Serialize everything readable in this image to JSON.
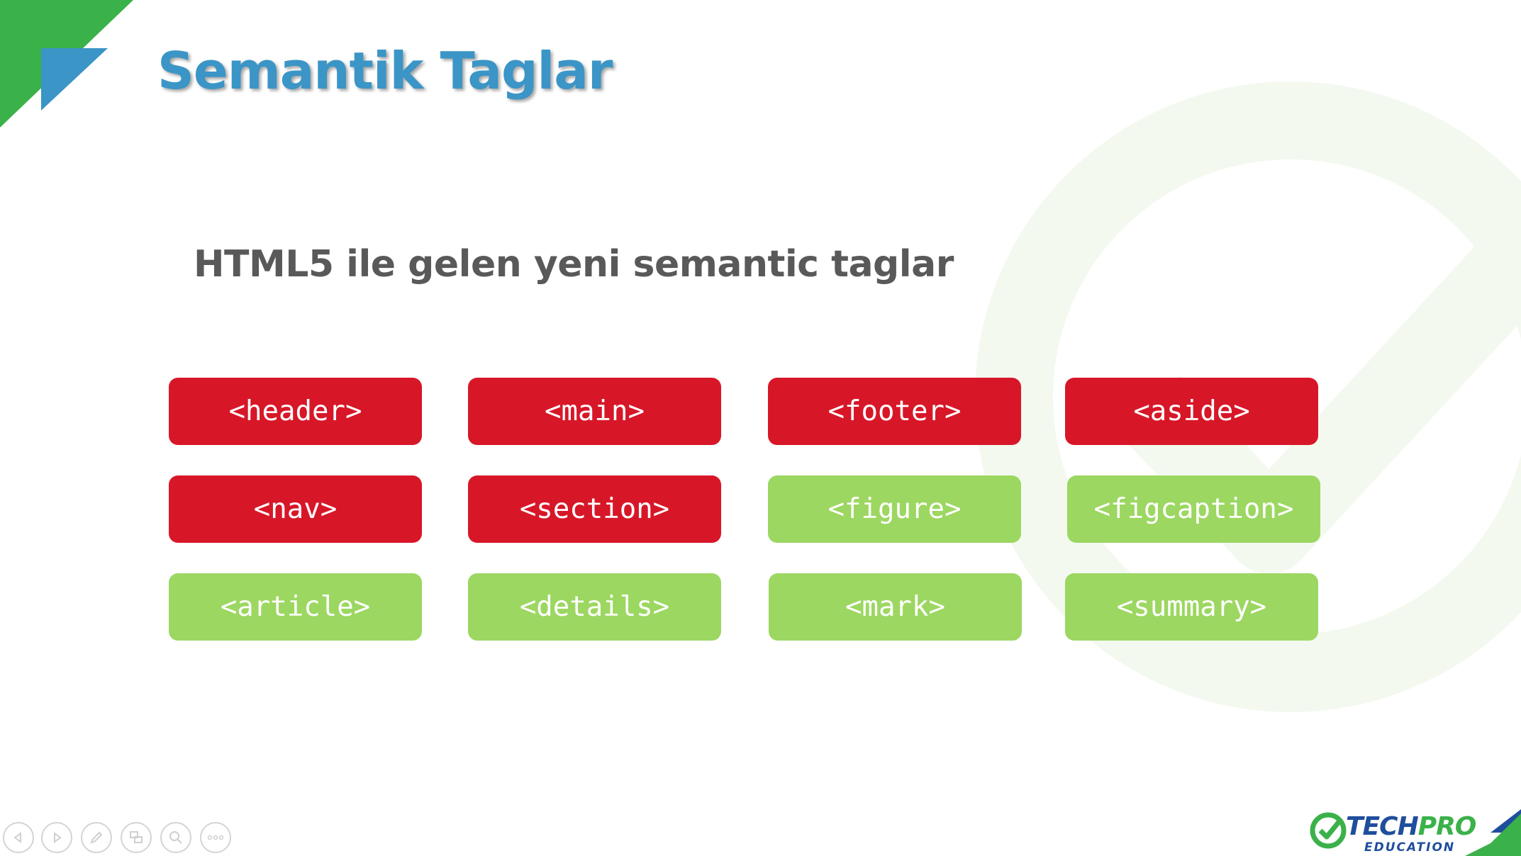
{
  "slide": {
    "title": "Semantik Taglar",
    "subtitle": "HTML5 ile gelen yeni semantic taglar"
  },
  "tags": [
    {
      "label": "<header>",
      "color": "#d71728"
    },
    {
      "label": "<main>",
      "color": "#d71728"
    },
    {
      "label": "<footer>",
      "color": "#d71728"
    },
    {
      "label": "<aside>",
      "color": "#d71728"
    },
    {
      "label": "<nav>",
      "color": "#d71728"
    },
    {
      "label": "<section>",
      "color": "#d71728"
    },
    {
      "label": "<figure>",
      "color": "#9cd761"
    },
    {
      "label": "<figcaption>",
      "color": "#9cd761"
    },
    {
      "label": "<article>",
      "color": "#9cd761"
    },
    {
      "label": "<details>",
      "color": "#9cd761"
    },
    {
      "label": "<mark>",
      "color": "#9cd761"
    },
    {
      "label": "<summary>",
      "color": "#9cd761"
    }
  ],
  "navigation": [
    {
      "icon": "previous-icon"
    },
    {
      "icon": "next-icon"
    },
    {
      "icon": "pen-icon"
    },
    {
      "icon": "slides-icon"
    },
    {
      "icon": "zoom-icon"
    },
    {
      "icon": "more-icon"
    }
  ],
  "logo": {
    "brand_part1": "TECH",
    "brand_part2": "PRO",
    "sub": "EDUCATION"
  },
  "colors": {
    "title": "#3b95c6",
    "subtitle": "#595959",
    "red_tag": "#d71728",
    "green_tag": "#9cd761",
    "brand_green": "#3bb14a",
    "brand_blue": "#1f4e9c"
  }
}
